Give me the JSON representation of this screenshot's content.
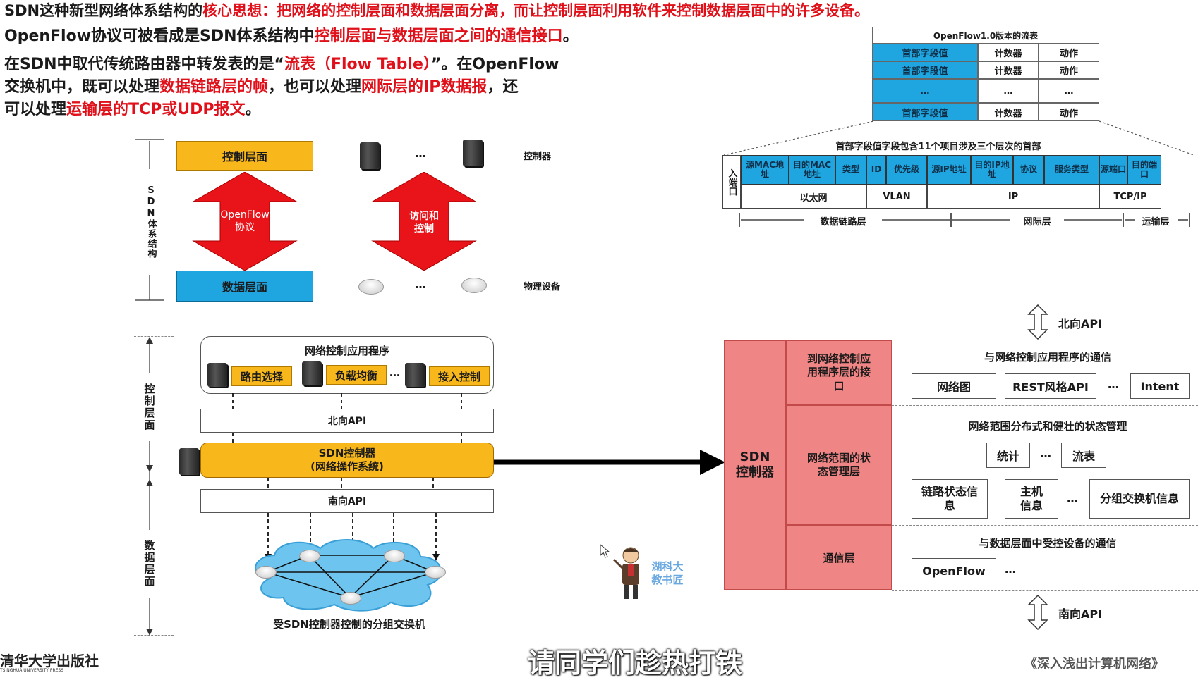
{
  "intro": {
    "line1_a": "SDN这种新型网络体系结构的",
    "line1_b": "核心思想：把网络的控制层面和数据层面分离，而让控制层面利用软件来控制数据层面中的许多设备。",
    "line2_a": "OpenFlow协议可被看成是SDN体系结构中",
    "line2_b": "控制层面与数据层面之间的通信接口",
    "line2_c": "。",
    "line3_a": "在SDN中取代传统路由器中转发表的是“",
    "line3_b": "流表（Flow Table）",
    "line3_c": "”。在OpenFlow",
    "line4_a": "交换机中，既可以处理",
    "line4_b": "数据链路层的帧",
    "line4_c": "，也可以处理",
    "line4_d": "网际层的IP数据报",
    "line4_e": "，还",
    "line5_a": "可以处理",
    "line5_b": "运输层的TCP或UDP报文",
    "line5_c": "。"
  },
  "flow_table": {
    "title": "OpenFlow1.0版本的流表",
    "rows": [
      [
        "首部字段值",
        "计数器",
        "动作"
      ],
      [
        "首部字段值",
        "计数器",
        "动作"
      ],
      [
        "…",
        "…",
        "…"
      ],
      [
        "首部字段值",
        "计数器",
        "动作"
      ]
    ],
    "header_caption": "首部字段值字段包含11个项目涉及三个层次的首部",
    "inport": "入端口",
    "fields": [
      "源MAC地址",
      "目的MAC地址",
      "类型",
      "ID",
      "优先级",
      "源IP地址",
      "目的IP地址",
      "协议",
      "服务类型",
      "源端口",
      "目的端口"
    ],
    "protocols": [
      "以太网",
      "VLAN",
      "IP",
      "TCP/IP"
    ],
    "layers": [
      "数据链路层",
      "网际层",
      "运输层"
    ]
  },
  "sdn_overview": {
    "vertical_label": "SDN体系结构",
    "control_plane": "控制层面",
    "data_plane": "数据层面",
    "openflow_arrow": "OpenFlow协议",
    "access_arrow": "访问和控制",
    "ellipsis": "…",
    "controller_label": "控制器",
    "device_label": "物理设备"
  },
  "sdn_detail": {
    "control_label": "控制层面",
    "data_label": "数据层面",
    "apps_title": "网络控制应用程序",
    "apps": [
      "路由选择",
      "负载均衡",
      "接入控制"
    ],
    "ellipsis": "…",
    "northbound": "北向API",
    "controller": "SDN控制器\n(网络操作系统)",
    "southbound": "南向API",
    "switches_caption": "受SDN控制器控制的分组交换机"
  },
  "controller_detail": {
    "northbound": "北向API",
    "southbound": "南向API",
    "sdn_controller": "SDN控制器",
    "layers": [
      "到网络控制应用程序层的接口",
      "网络范围的状态管理层",
      "通信层"
    ],
    "section1_title": "与网络控制应用程序的通信",
    "section1_items": [
      "网络图",
      "REST风格API",
      "…",
      "Intent"
    ],
    "section2_title": "网络范围分布式和健壮的状态管理",
    "section2_row1": [
      "统计",
      "…",
      "流表"
    ],
    "section2_row2": [
      "链路状态信息",
      "主机信息",
      "…",
      "分组交换机信息"
    ],
    "section3_title": "与数据层面中受控设备的通信",
    "section3_items": [
      "OpenFlow",
      "…"
    ]
  },
  "watermark": {
    "mascot": "湖科大教书匠",
    "publisher": "清华大学出版社",
    "publisher_en": "TSINGHUA UNIVERSITY PRESS",
    "subtitle": "请同学们趁热打铁",
    "book": "《深入浅出计算机网络》"
  },
  "colors": {
    "accent_red": "#e0101a",
    "blue": "#1fa6e0",
    "orange": "#f8b71a",
    "pink": "#f08585"
  }
}
